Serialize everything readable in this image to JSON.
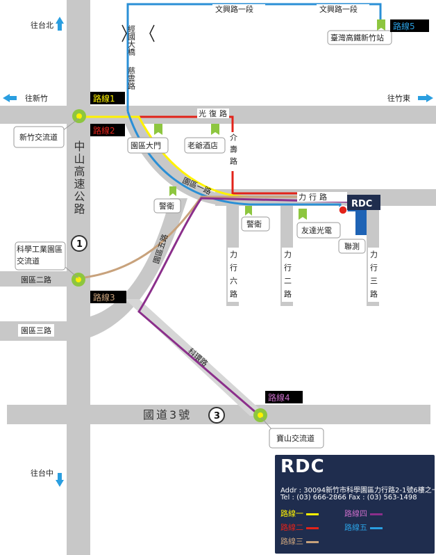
{
  "labels": {
    "north": "往台北",
    "west": "往新竹",
    "east": "往竹東",
    "south": "往台中",
    "wenxing": "文興路一段",
    "hsr": "臺灣高鐵新竹站",
    "jingguo": "經國大橋",
    "ciyun": "慈雲路",
    "guangfu": "光復路",
    "jieshou": "介壽路",
    "hsinchu_ic": "新竹交流道",
    "zhongshan": "中山高速公路",
    "park_gate": "園區大門",
    "laoye": "老爺酒店",
    "park_rd1": "園區一路",
    "lixing_rd": "力行路",
    "police": "警衛",
    "park_rd5": "園區五路",
    "sci_ic": "科學工業園區交流道",
    "park_rd2": "園區二路",
    "park_rd3": "園區三路",
    "lixing6": "力行六路",
    "lixing2": "力行二路",
    "lixing3": "力行三路",
    "foxlink": "友達光電",
    "umc": "聯測",
    "kehuan": "科環路",
    "national3": "國道3號",
    "baoshan_ic": "寶山交流道",
    "hw1": "1",
    "hw3": "3",
    "rdc_tag": "RDC"
  },
  "routes": {
    "r1": "路線1",
    "r2": "路線2",
    "r3": "路線3",
    "r4": "路線4",
    "r5": "路線5"
  },
  "colors": {
    "road": "#c8c8c8",
    "r1": "#fff200",
    "r2": "#e2231a",
    "r3": "#c8a27c",
    "r4": "#8b2f8b",
    "r5": "#2a8fd6",
    "pin": "#8dc63f",
    "legend_bg": "#1f2d4e"
  },
  "legend": {
    "title": "RDC",
    "addr": "Addr : 30094新竹市科學園區力行路2-1號6樓之一",
    "tel": "Tel : (03) 666-2866  Fax : (03) 563-1498",
    "k1": "路線一",
    "k2": "路線二",
    "k3": "路線三",
    "k4": "路線四",
    "k5": "路線五"
  }
}
